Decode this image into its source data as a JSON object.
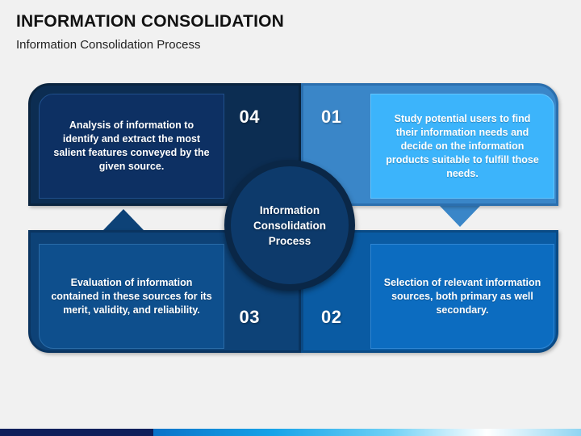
{
  "header": {
    "title": "INFORMATION CONSOLIDATION",
    "subtitle": "Information Consolidation Process"
  },
  "center": {
    "label": "Information Consolidation Process"
  },
  "colors": {
    "background": "#f1f1f1",
    "title_text": "#111111",
    "card_04_outer": "#0c2d52",
    "card_04_inner": "#0d3063",
    "card_01_outer": "#3a86c8",
    "card_01_inner": "#3cb4fb",
    "card_03_outer": "#0d4277",
    "card_03_inner": "#0e4f8d",
    "card_02_outer": "#0a5ba3",
    "card_02_inner": "#0c6cc0",
    "center_circle": "#0d3a6b",
    "center_circle_border": "#0a2747",
    "footer_dark": "#0e1f5b"
  },
  "steps": [
    {
      "number": "01",
      "text": "Study potential users to find their information needs and decide on the information products suitable to fulfill those needs."
    },
    {
      "number": "02",
      "text": "Selection of relevant information sources, both primary as well secondary."
    },
    {
      "number": "03",
      "text": "Evaluation of information contained in these sources for its merit, validity, and reliability."
    },
    {
      "number": "04",
      "text": "Analysis of information to identify and extract the most salient features conveyed by the given source."
    }
  ]
}
